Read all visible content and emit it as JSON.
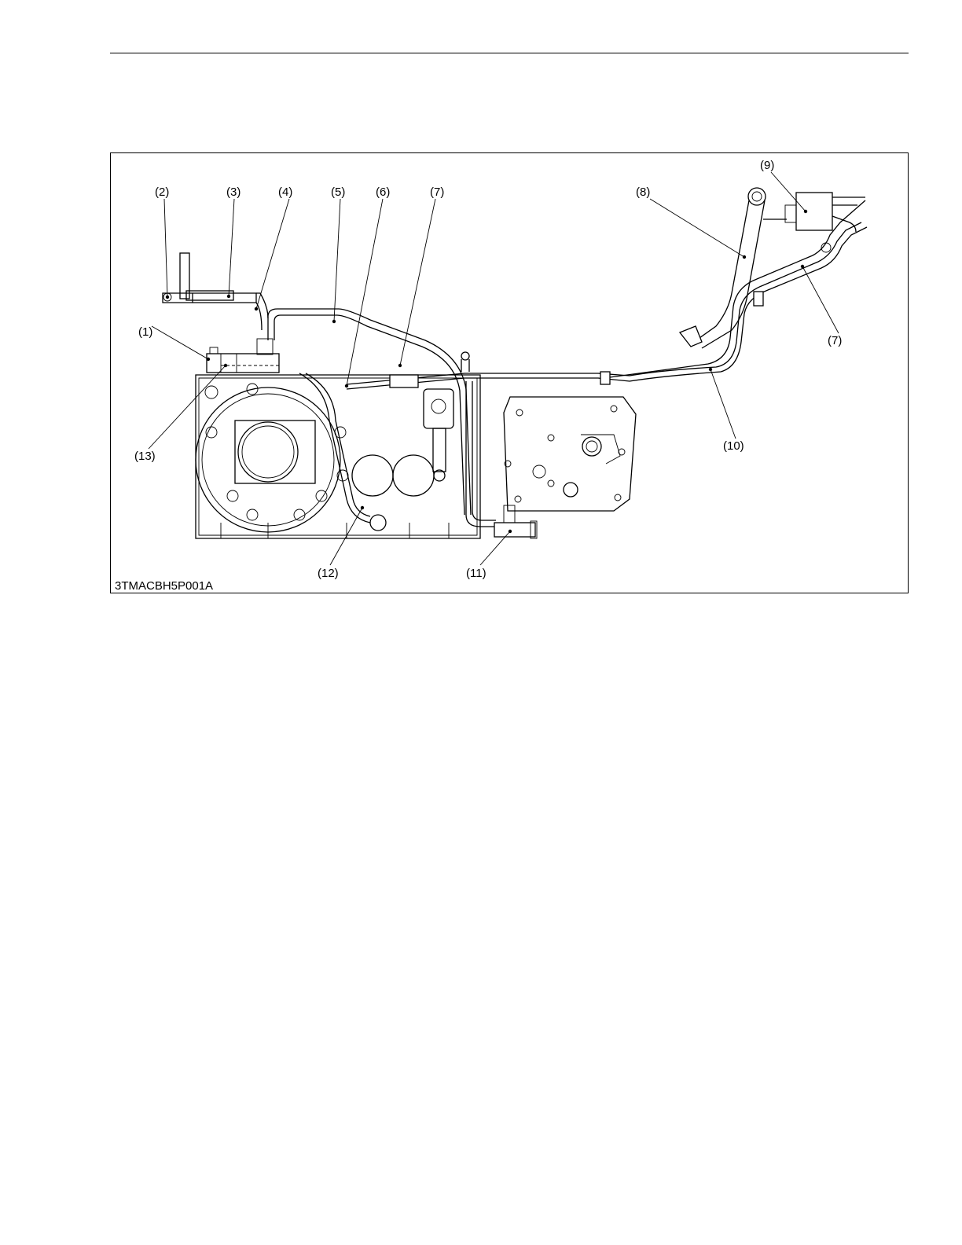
{
  "figure": {
    "code": "3TMACBH5P001A",
    "callouts": [
      "(1)",
      "(2)",
      "(3)",
      "(4)",
      "(5)",
      "(6)",
      "(7)",
      "(8)",
      "(9)",
      "(7)",
      "(10)",
      "(11)",
      "(12)",
      "(13)"
    ]
  }
}
